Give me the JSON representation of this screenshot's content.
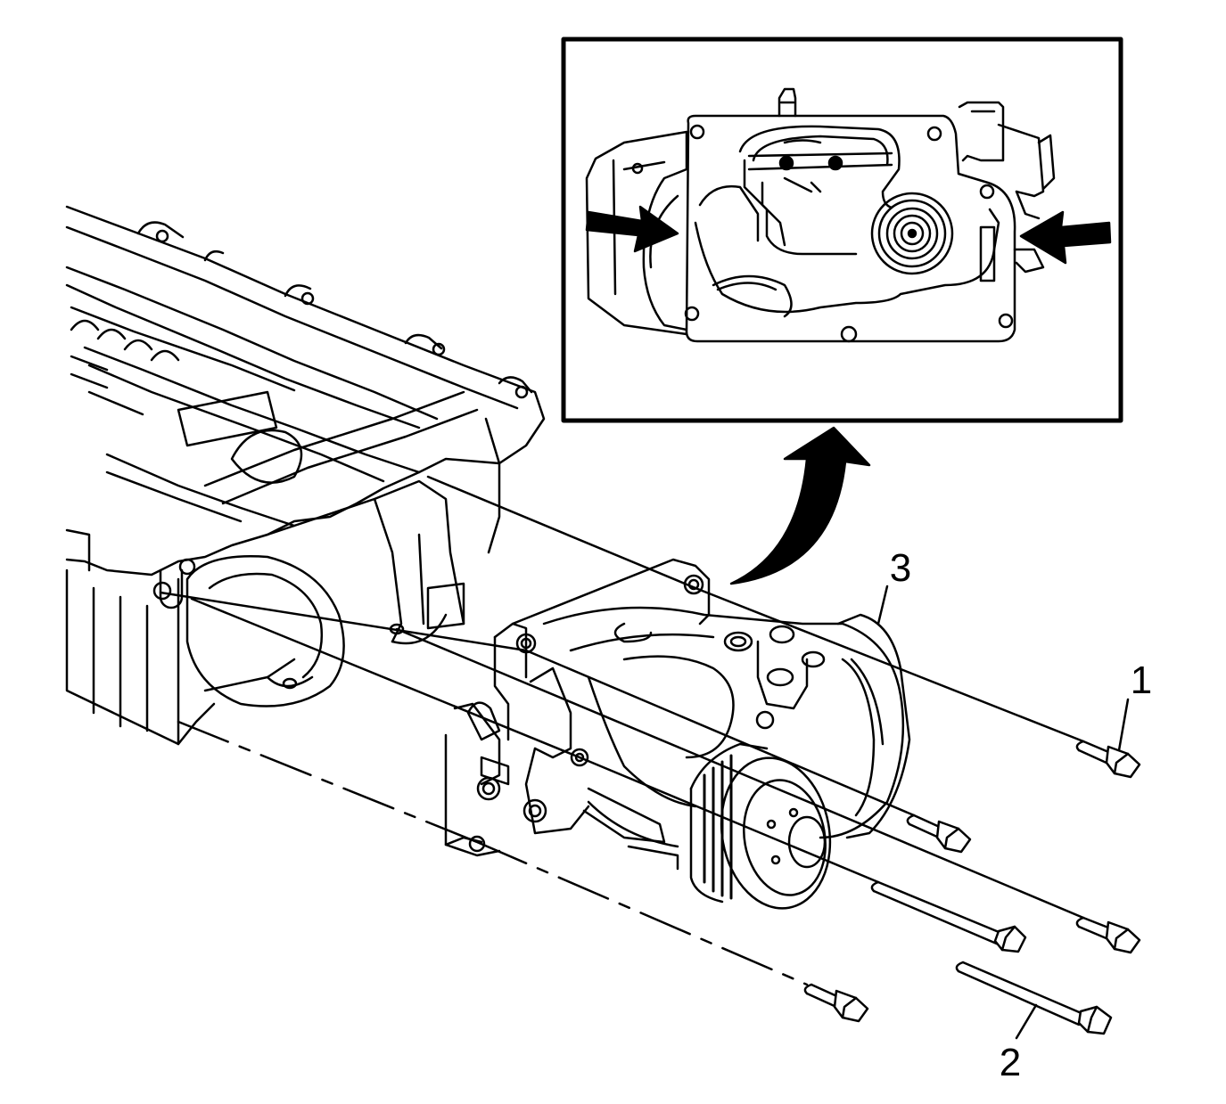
{
  "figure": {
    "callouts": [
      {
        "id": "1",
        "label": "1"
      },
      {
        "id": "2",
        "label": "2"
      },
      {
        "id": "3",
        "label": "3"
      }
    ],
    "colors": {
      "ink": "#000000",
      "paper": "#ffffff"
    }
  }
}
